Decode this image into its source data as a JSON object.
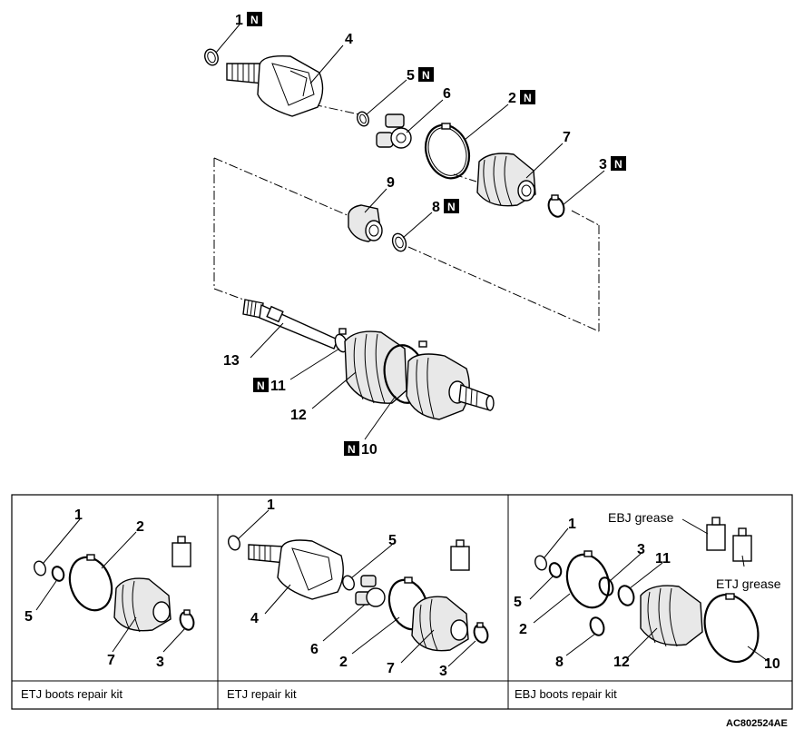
{
  "callouts": {
    "c1": "1",
    "c2": "2",
    "c3": "3",
    "c4": "4",
    "c5": "5",
    "c6": "6",
    "c7": "7",
    "c8": "8",
    "c9": "9",
    "c10": "10",
    "c11": "11",
    "c12": "12",
    "c13": "13"
  },
  "new_part_marker": "N",
  "kits": [
    {
      "title": "ETJ boots repair kit",
      "labels": {
        "k1": "1",
        "k2": "2",
        "k5": "5",
        "k7": "7",
        "k3": "3"
      }
    },
    {
      "title": "ETJ repair kit",
      "labels": {
        "k1": "1",
        "k5": "5",
        "k4": "4",
        "k6": "6",
        "k2": "2",
        "k7": "7",
        "k3": "3"
      }
    },
    {
      "title": "EBJ boots repair kit",
      "labels": {
        "k1": "1",
        "k3": "3",
        "k11": "11",
        "k5": "5",
        "k2": "2",
        "k8": "8",
        "k12": "12",
        "k10": "10"
      },
      "grease": {
        "ebj": "EBJ grease",
        "etj": "ETJ grease"
      }
    }
  ],
  "figure_code": "AC802524AE"
}
